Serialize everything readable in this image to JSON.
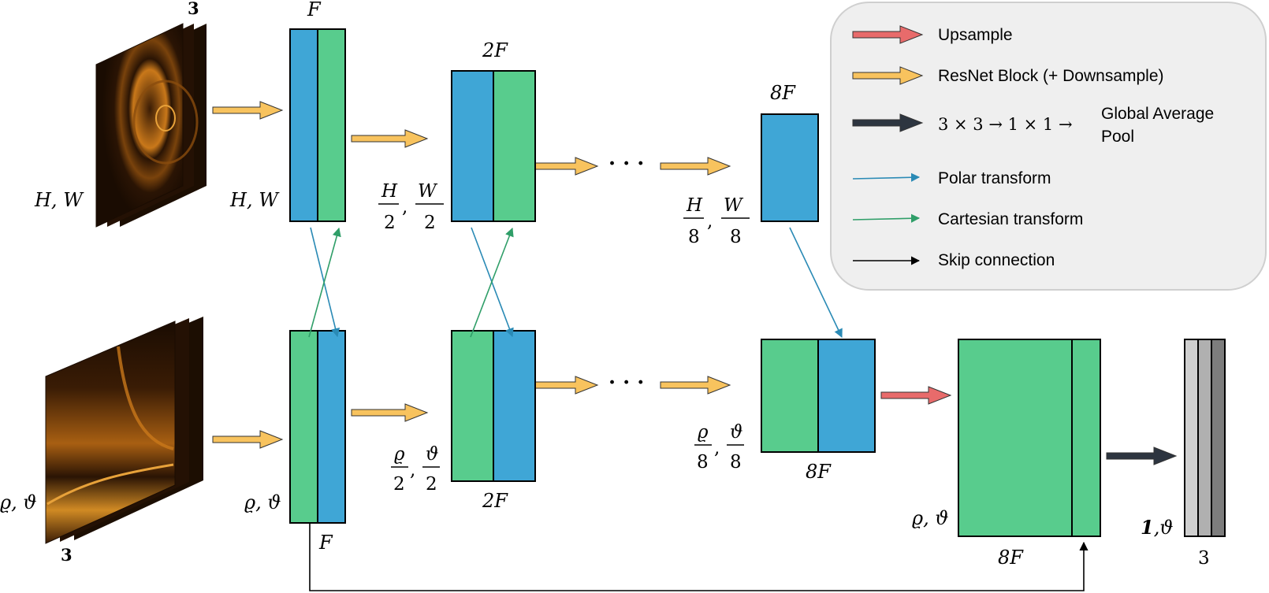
{
  "colors": {
    "blue": "#3fa6d6",
    "green": "#58cc8d",
    "yellow_arrow": "#f8c35e",
    "red_arrow": "#e86b6b",
    "dark_arrow": "#2d3540",
    "polar_line": "#2a8ab5",
    "cartesian_line": "#2f9e68",
    "image_bg": "#2a1404",
    "legend_bg": "#efefef",
    "gray_light": "#cfcfcf",
    "gray_mid": "#b0b0b0",
    "gray_dark": "#7d7d7d"
  },
  "legend": {
    "upsample": "Upsample",
    "resnet": "ResNet Block (+ Downsample)",
    "conv_math": "3 × 3 → 1 × 1 →",
    "gap_line1": "Global Average",
    "gap_line2": "Pool",
    "polar": "Polar transform",
    "cartesian": "Cartesian transform",
    "skip": "Skip connection"
  },
  "labels": {
    "input_top_channels": "3",
    "input_top_size": "H, W",
    "input_bottom_channels": "3",
    "input_bottom_size": "ϱ, ϑ",
    "f_top": "F",
    "f_top_size": "H, W",
    "f_bottom": "F",
    "f_bottom_size": "ϱ, ϑ",
    "twof_top": "2F",
    "twof_bottom": "2F",
    "frac_H": "H",
    "frac_W": "W",
    "frac_rho": "ϱ",
    "frac_theta": "ϑ",
    "den_2": "2",
    "den_8": "8",
    "comma": ",",
    "eightf_top": "8F",
    "eightf_bottom": "8F",
    "eightf_decoder": "8F",
    "decoder_size": "ϱ, ϑ",
    "output_size_bold": "1",
    "output_size_rest": ",ϑ",
    "output_channels": "3",
    "dots": "· · ·"
  }
}
